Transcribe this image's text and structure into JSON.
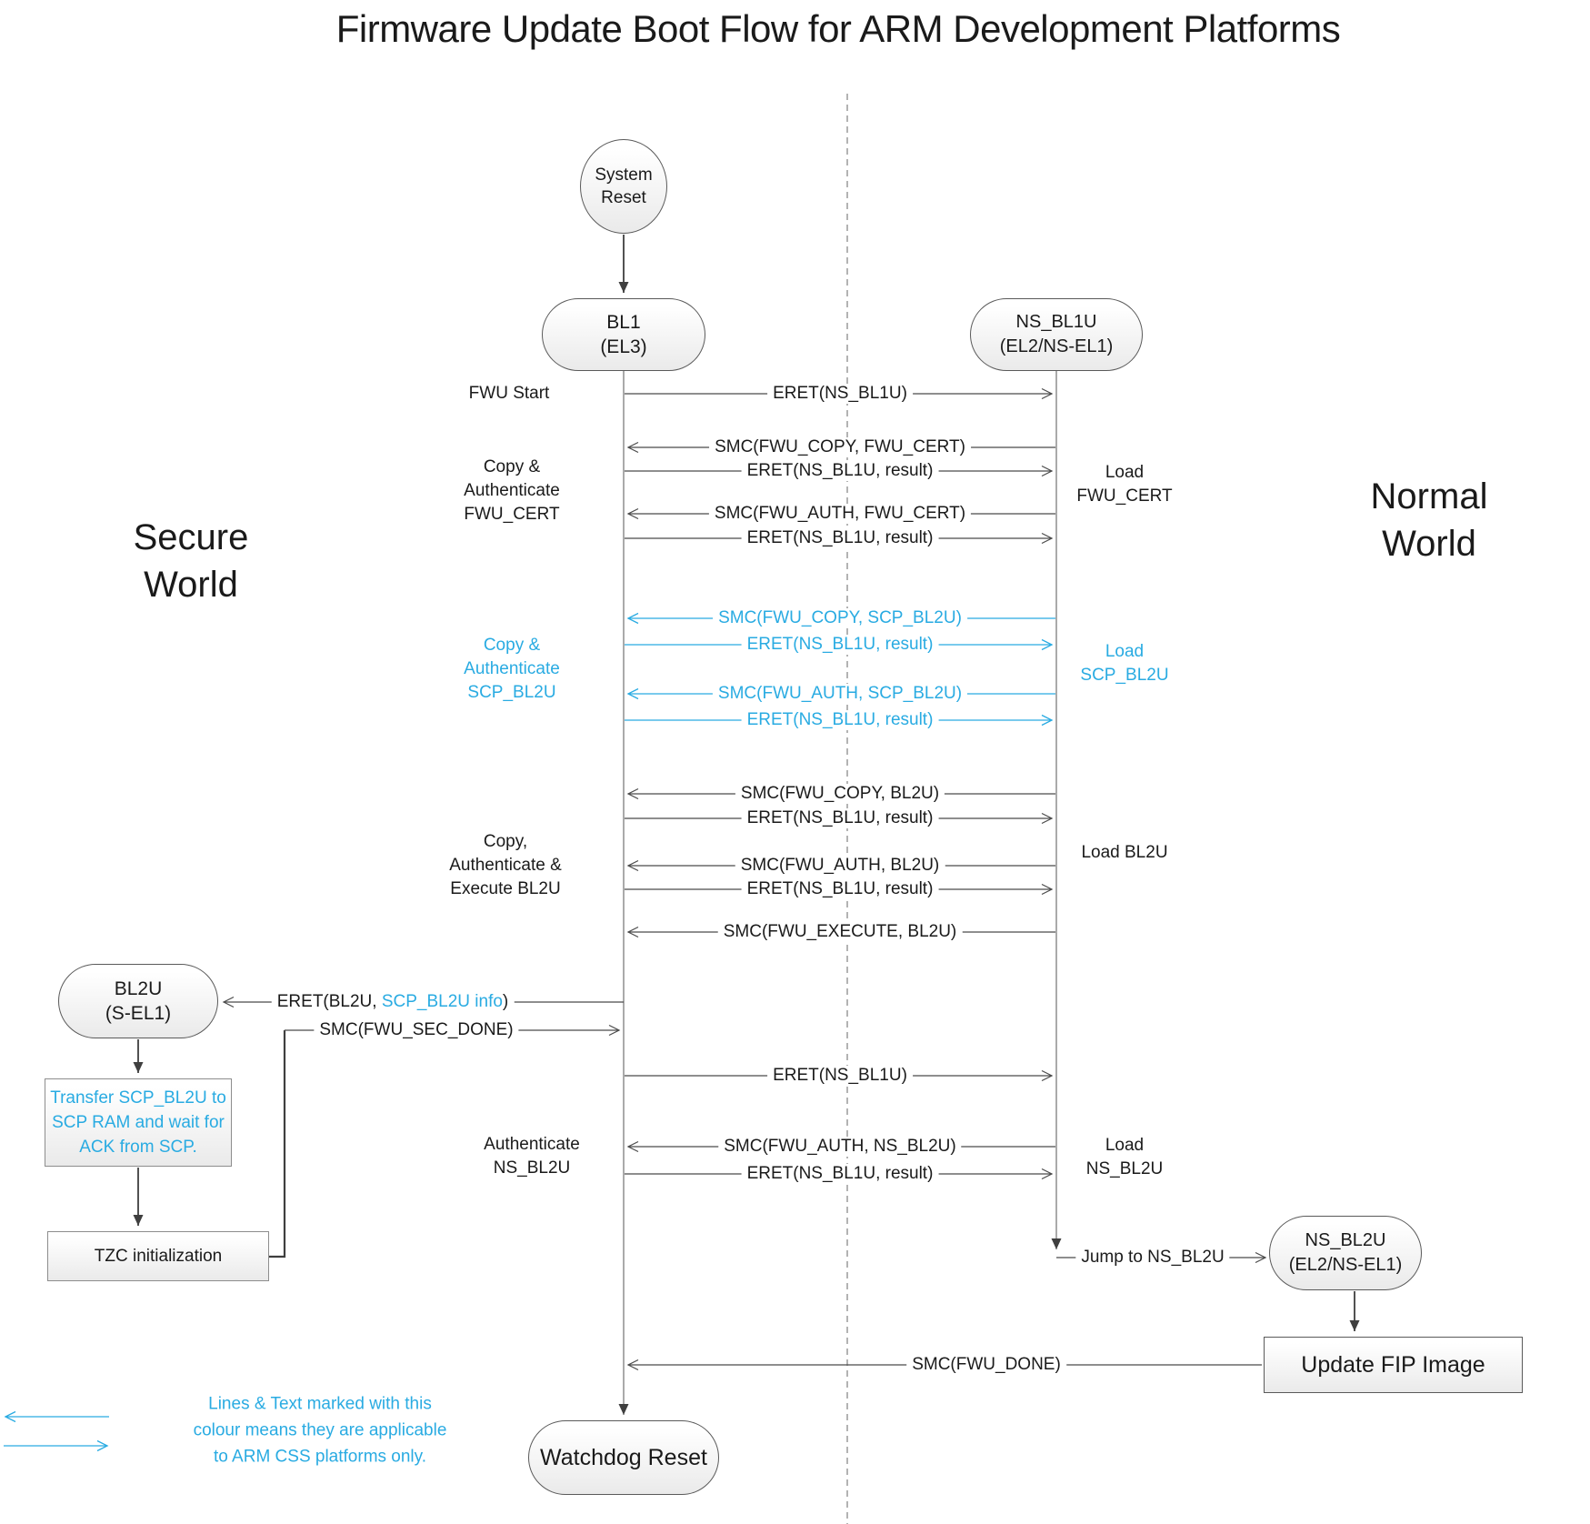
{
  "title": "Firmware Update Boot Flow for ARM Development Platforms",
  "colors": {
    "arm_css_accent": "#29ABE2"
  },
  "worlds": {
    "secure": "Secure\nWorld",
    "normal": "Normal\nWorld"
  },
  "nodes": {
    "system_reset": "System\nReset",
    "bl1": "BL1\n(EL3)",
    "ns_bl1u": "NS_BL1U\n(EL2/NS-EL1)",
    "bl2u": "BL2U\n(S-EL1)",
    "ns_bl2u": "NS_BL2U\n(EL2/NS-EL1)",
    "transfer_scp": "Transfer SCP_BL2U to\nSCP RAM and wait for\nACK from SCP.",
    "tzc": "TZC initialization",
    "update_fip": "Update FIP Image",
    "watchdog": "Watchdog Reset"
  },
  "messages": [
    {
      "label": "ERET(NS_BL1U)",
      "direction": "bl1-to-ns_bl1u",
      "arm_css_only": false
    },
    {
      "label": "SMC(FWU_COPY, FWU_CERT)",
      "direction": "ns_bl1u-to-bl1",
      "arm_css_only": false
    },
    {
      "label": "ERET(NS_BL1U, result)",
      "direction": "bl1-to-ns_bl1u",
      "arm_css_only": false
    },
    {
      "label": "SMC(FWU_AUTH, FWU_CERT)",
      "direction": "ns_bl1u-to-bl1",
      "arm_css_only": false
    },
    {
      "label": "ERET(NS_BL1U, result)",
      "direction": "bl1-to-ns_bl1u",
      "arm_css_only": false
    },
    {
      "label": "SMC(FWU_COPY, SCP_BL2U)",
      "direction": "ns_bl1u-to-bl1",
      "arm_css_only": true
    },
    {
      "label": "ERET(NS_BL1U, result)",
      "direction": "bl1-to-ns_bl1u",
      "arm_css_only": true
    },
    {
      "label": "SMC(FWU_AUTH, SCP_BL2U)",
      "direction": "ns_bl1u-to-bl1",
      "arm_css_only": true
    },
    {
      "label": "ERET(NS_BL1U, result)",
      "direction": "bl1-to-ns_bl1u",
      "arm_css_only": true
    },
    {
      "label": "SMC(FWU_COPY, BL2U)",
      "direction": "ns_bl1u-to-bl1",
      "arm_css_only": false
    },
    {
      "label": "ERET(NS_BL1U, result)",
      "direction": "bl1-to-ns_bl1u",
      "arm_css_only": false
    },
    {
      "label": "SMC(FWU_AUTH, BL2U)",
      "direction": "ns_bl1u-to-bl1",
      "arm_css_only": false
    },
    {
      "label": "ERET(NS_BL1U, result)",
      "direction": "bl1-to-ns_bl1u",
      "arm_css_only": false
    },
    {
      "label": "SMC(FWU_EXECUTE, BL2U)",
      "direction": "ns_bl1u-to-bl1",
      "arm_css_only": false
    },
    {
      "label": "SMC(FWU_SEC_DONE)",
      "direction": "tzc-to-bl1",
      "arm_css_only": false
    },
    {
      "label": "ERET(NS_BL1U)",
      "direction": "bl1-to-ns_bl1u",
      "arm_css_only": false
    },
    {
      "label": "SMC(FWU_AUTH, NS_BL2U)",
      "direction": "ns_bl1u-to-bl1",
      "arm_css_only": false
    },
    {
      "label": "ERET(NS_BL1U, result)",
      "direction": "bl1-to-ns_bl1u",
      "arm_css_only": false
    },
    {
      "label": "Jump to NS_BL2U",
      "direction": "ns_bl1u-to-ns_bl2u",
      "arm_css_only": false
    },
    {
      "label": "SMC(FWU_DONE)",
      "direction": "update_fip-to-bl1",
      "arm_css_only": false
    }
  ],
  "eret_bl2u_message": {
    "prefix": "ERET(BL2U, ",
    "highlight": "SCP_BL2U info",
    "suffix": ")"
  },
  "left_notes": [
    {
      "text": "FWU Start",
      "arm_css_only": false
    },
    {
      "text": "Copy &\nAuthenticate\nFWU_CERT",
      "arm_css_only": false
    },
    {
      "text": "Copy &\nAuthenticate\nSCP_BL2U",
      "arm_css_only": true
    },
    {
      "text": "Copy,\nAuthenticate &\nExecute BL2U",
      "arm_css_only": false
    },
    {
      "text": "Authenticate\nNS_BL2U",
      "arm_css_only": false
    }
  ],
  "right_notes": [
    {
      "text": "Load\nFWU_CERT",
      "arm_css_only": false
    },
    {
      "text": "Load\nSCP_BL2U",
      "arm_css_only": true
    },
    {
      "text": "Load BL2U",
      "arm_css_only": false
    },
    {
      "text": "Load\nNS_BL2U",
      "arm_css_only": false
    }
  ],
  "legend": {
    "text": "Lines & Text marked with this\ncolour means they are applicable\nto ARM CSS platforms only."
  }
}
